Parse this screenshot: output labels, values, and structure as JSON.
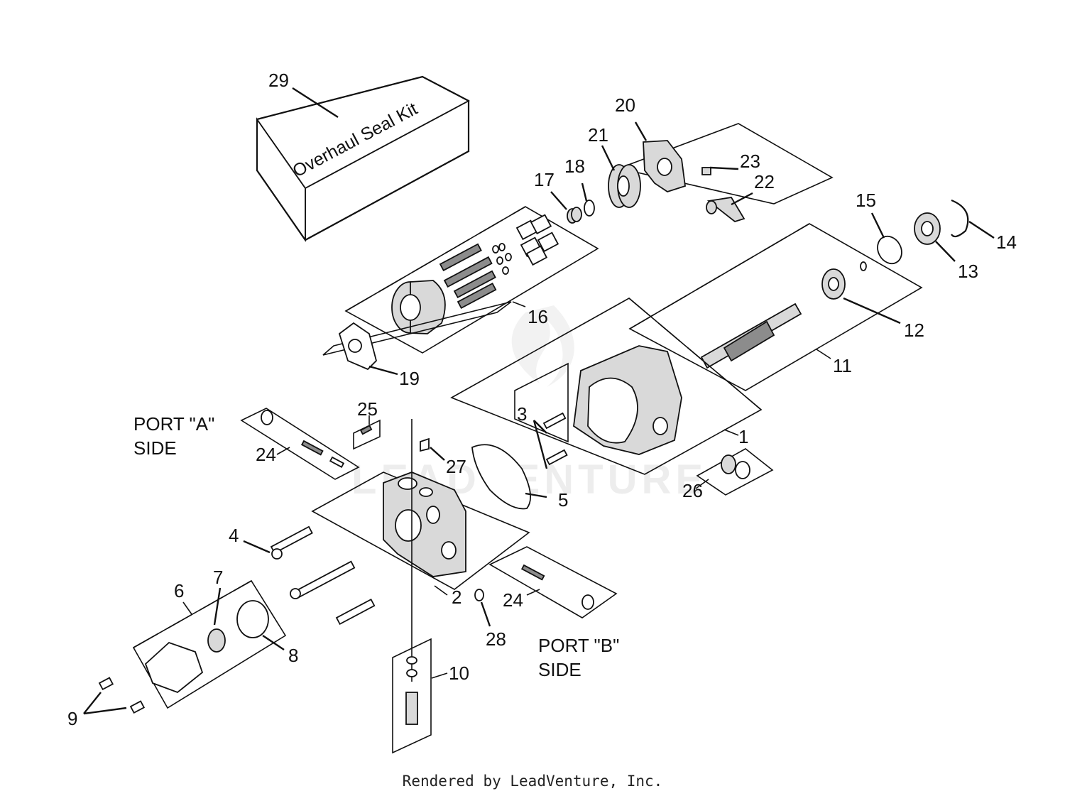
{
  "kit": {
    "label": "Overhaul Seal Kit"
  },
  "callouts": [
    {
      "id": "c1",
      "text": "1"
    },
    {
      "id": "c2",
      "text": "2"
    },
    {
      "id": "c3",
      "text": "3"
    },
    {
      "id": "c4",
      "text": "4"
    },
    {
      "id": "c5",
      "text": "5"
    },
    {
      "id": "c6",
      "text": "6"
    },
    {
      "id": "c7",
      "text": "7"
    },
    {
      "id": "c8",
      "text": "8"
    },
    {
      "id": "c9",
      "text": "9"
    },
    {
      "id": "c10",
      "text": "10"
    },
    {
      "id": "c11",
      "text": "11"
    },
    {
      "id": "c12",
      "text": "12"
    },
    {
      "id": "c13",
      "text": "13"
    },
    {
      "id": "c14",
      "text": "14"
    },
    {
      "id": "c15",
      "text": "15"
    },
    {
      "id": "c16",
      "text": "16"
    },
    {
      "id": "c17",
      "text": "17"
    },
    {
      "id": "c18",
      "text": "18"
    },
    {
      "id": "c19",
      "text": "19"
    },
    {
      "id": "c20",
      "text": "20"
    },
    {
      "id": "c21",
      "text": "21"
    },
    {
      "id": "c22",
      "text": "22"
    },
    {
      "id": "c23",
      "text": "23"
    },
    {
      "id": "c24a",
      "text": "24"
    },
    {
      "id": "c24b",
      "text": "24"
    },
    {
      "id": "c25",
      "text": "25"
    },
    {
      "id": "c26",
      "text": "26"
    },
    {
      "id": "c27",
      "text": "27"
    },
    {
      "id": "c28",
      "text": "28"
    },
    {
      "id": "c29",
      "text": "29"
    }
  ],
  "port_a": {
    "line1": "PORT \"A\"",
    "line2": "SIDE"
  },
  "port_b": {
    "line1": "PORT \"B\"",
    "line2": "SIDE"
  },
  "watermark": {
    "text": "LEADVENTURE"
  },
  "footer": {
    "text": "Rendered by LeadVenture, Inc."
  },
  "colors": {
    "line": "#111111",
    "part_fill": "#d9d9d9",
    "background": "#ffffff"
  }
}
